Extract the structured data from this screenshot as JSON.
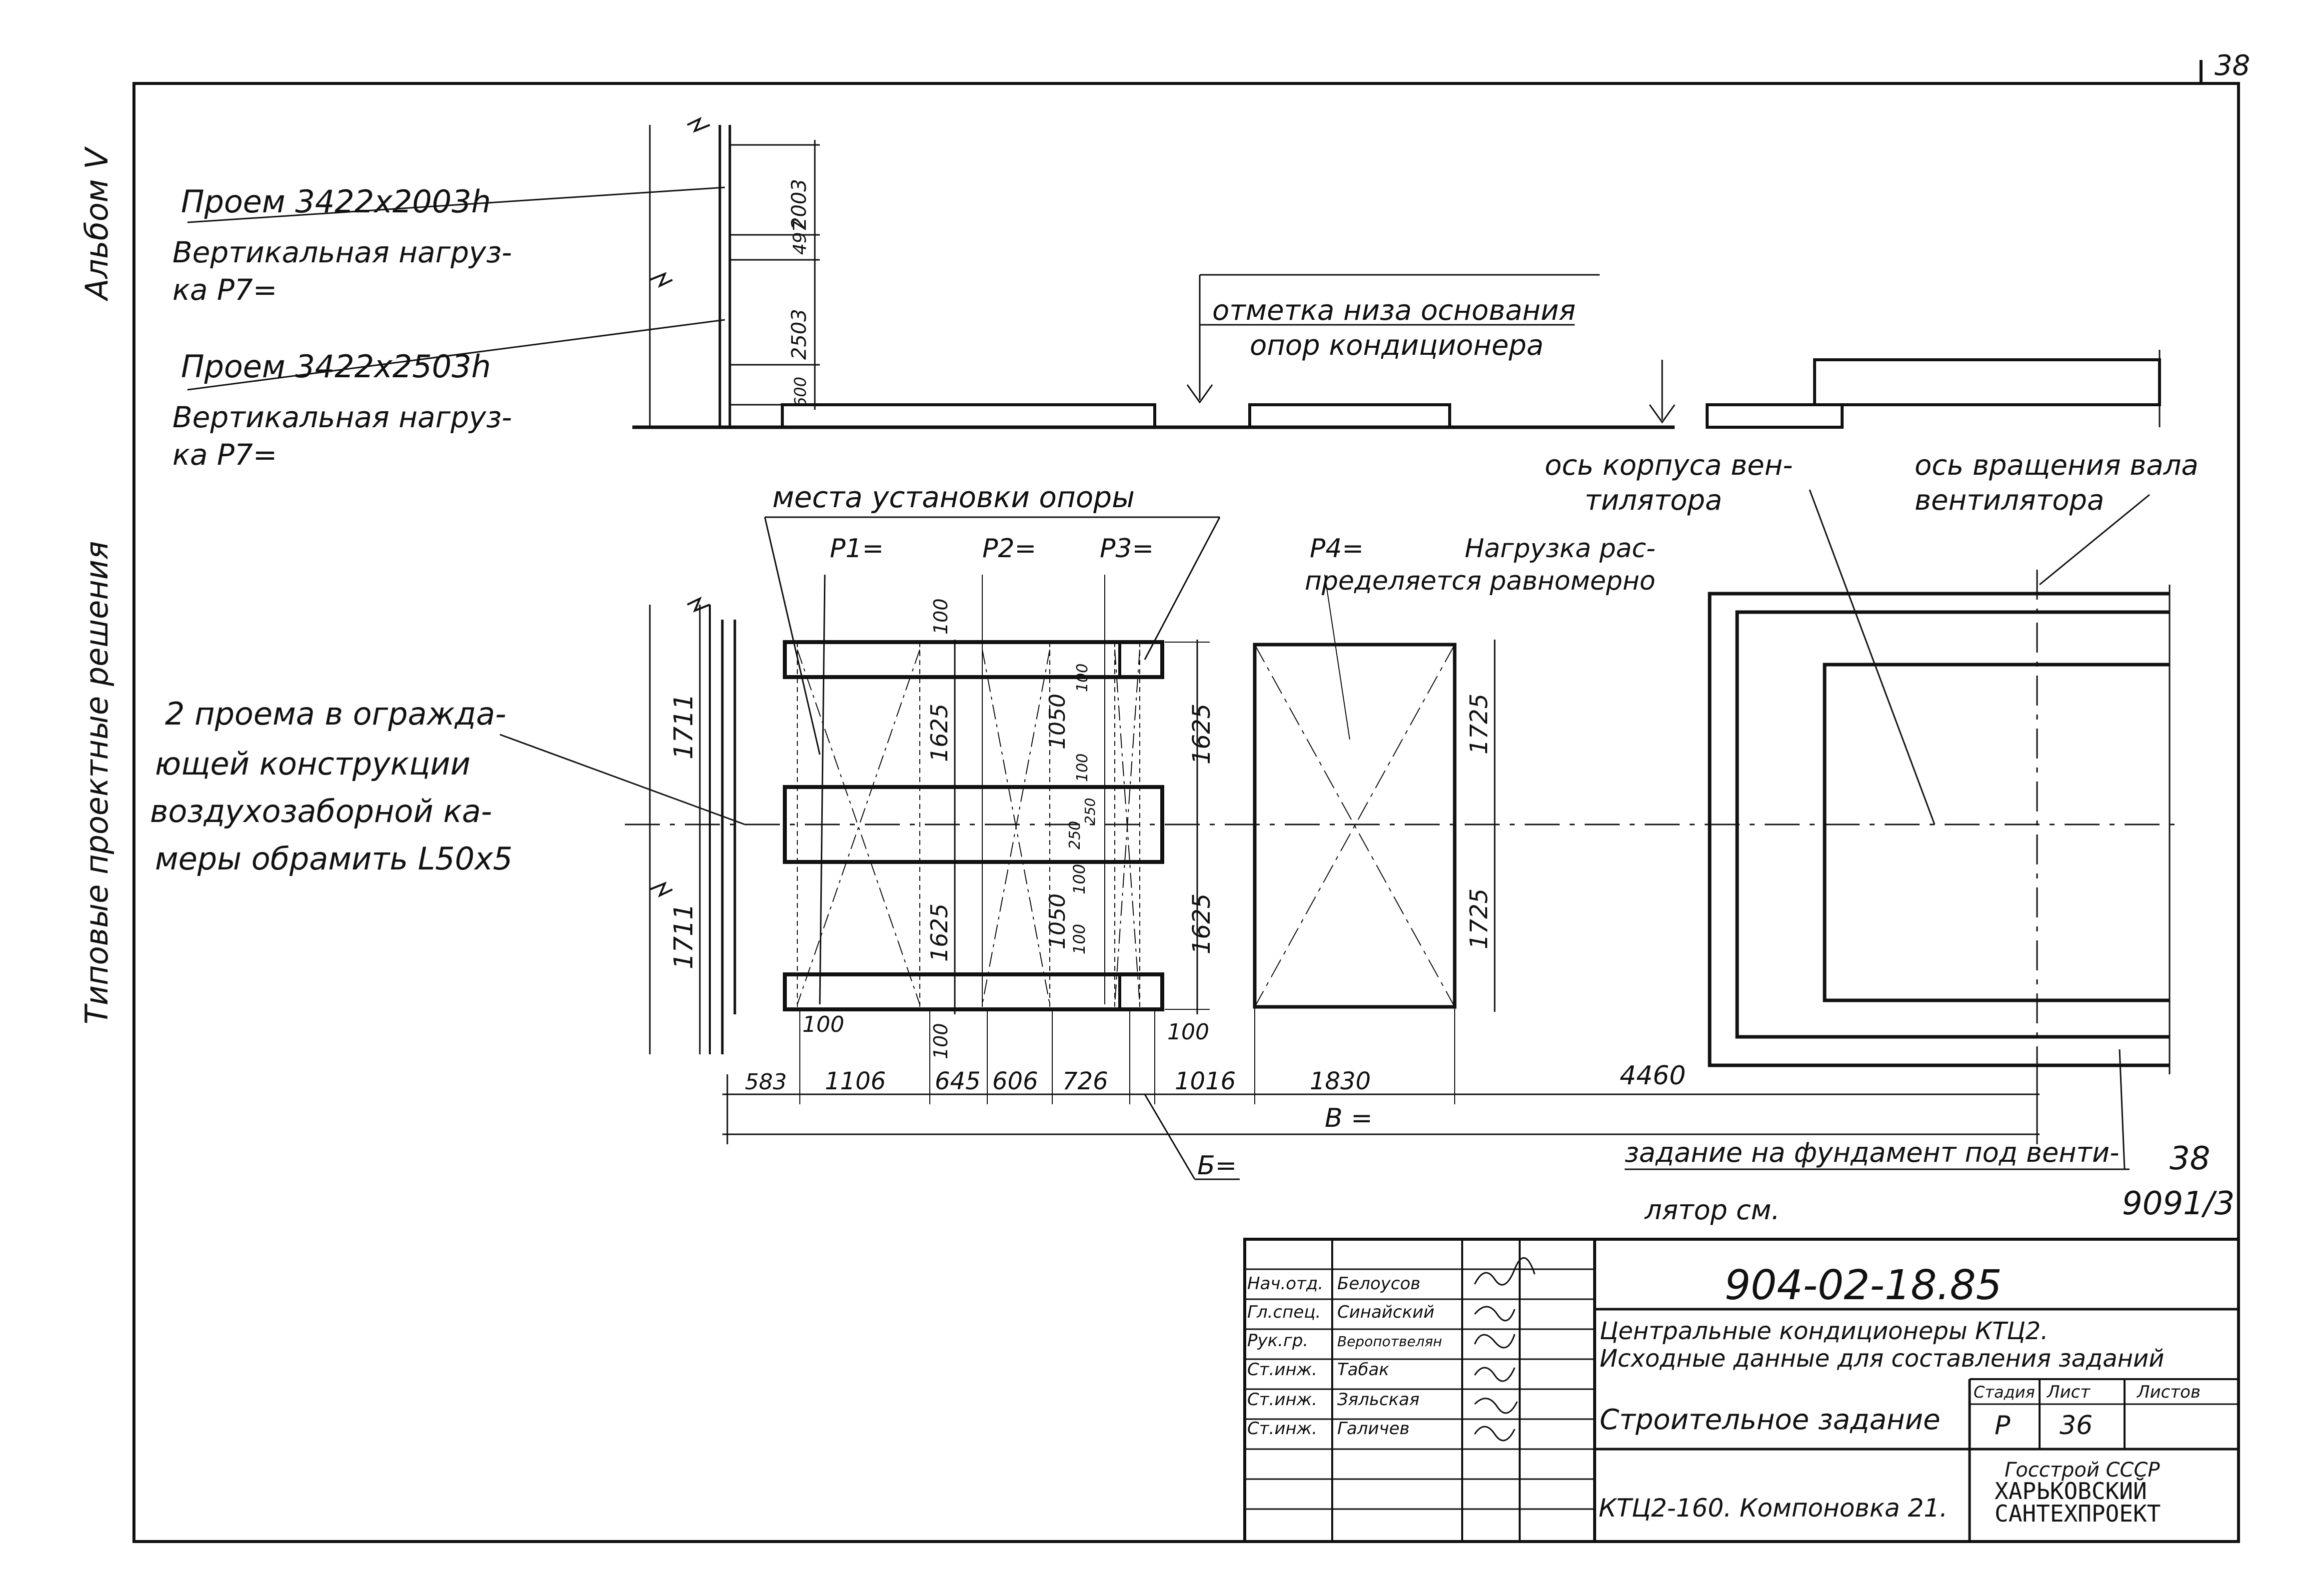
{
  "sheet_number": "38",
  "side_labels": {
    "album": "Альбом V",
    "series": "Типовые проектные решения"
  },
  "elevation": {
    "opening_1": "Проем 3422х2003h",
    "load_1_line1": "Вертикальная нагруз-",
    "load_1_line2": "ка Р7=",
    "opening_2": "Проем 3422х2503h",
    "load_2_line1": "Вертикальная нагруз-",
    "load_2_line2": "ка Р7=",
    "dims": [
      "2003",
      "497",
      "2503",
      "600"
    ],
    "base_mark_line1": "отметка низа основания",
    "base_mark_line2": "опор кондиционера"
  },
  "plan": {
    "support_places": "места установки опоры",
    "p1": "Р1=",
    "p2": "Р2=",
    "p3": "Р3=",
    "p4": "Р4=",
    "load_note_line1": "Нагрузка рас-",
    "load_note_line2": "пределяется равномерно",
    "fan_axis_line1": "ось корпуса вен-",
    "fan_axis_line2": "тилятора",
    "shaft_axis_line1": "ось вращения вала",
    "shaft_axis_line2": "вентилятора",
    "openings_line1": "2 проема в огражда-",
    "openings_line2": "ющей конструкции",
    "openings_line3": "воздухозаборной ка-",
    "openings_line4": "меры обрамить L50х5",
    "vertical_dims": {
      "wall_upper": "1711",
      "wall_lower": "1711",
      "frame_top_100": "100",
      "frame_upper_1625": "1625",
      "frame_lower_1625": "1625",
      "frame_bottom_100": "100",
      "mid_upper_1050": "1050",
      "mid_upper_100a": "100",
      "mid_upper_100b": "100",
      "mid_250": "250",
      "mid_250b": "250",
      "mid_lower_1050": "1050",
      "mid_lower_100a": "100",
      "mid_lower_100b": "100",
      "right_upper_1625": "1625",
      "right_lower_1625": "1625",
      "box_upper_1725": "1725",
      "box_lower_1725": "1725",
      "left_100": "100",
      "right_100": "100"
    },
    "horizontal_dims": [
      "583",
      "1106",
      "645",
      "606",
      "726",
      "1016",
      "1830",
      "4460"
    ],
    "B_label": "В =",
    "b_label": "Б=",
    "foundation_line1": "задание на фундамент под венти-",
    "foundation_line2": "лятор см.",
    "ref_page": "38",
    "ref_doc": "9091/3"
  },
  "title_block": {
    "signatures": [
      {
        "role": "Нач.отд.",
        "name": "Белоусов"
      },
      {
        "role": "Гл.спец.",
        "name": "Синайский"
      },
      {
        "role": "Рук.гр.",
        "name": "Веропотвелян"
      },
      {
        "role": "Ст.инж.",
        "name": "Табак"
      },
      {
        "role": "Ст.инж.",
        "name": "Зяльская"
      },
      {
        "role": "Ст.инж.",
        "name": "Галичев"
      }
    ],
    "doc_code": "904-02-18.85",
    "title_line1": "Центральные кондиционеры КТЦ2.",
    "title_line2": "Исходные данные для составления заданий",
    "stage_header": "Стадия",
    "sheet_header": "Лист",
    "sheets_header": "Листов",
    "subject": "Строительное задание",
    "stage": "Р",
    "sheet": "36",
    "layout": "КТЦ2-160. Компоновка 21.",
    "org_line1": "Госстрой СССР",
    "org_line2": "ХАРЬКОВСКИЙ",
    "org_line3": "САНТЕХПРОЕКТ"
  },
  "colors": {
    "ink": "#111111",
    "paper": "#ffffff"
  }
}
